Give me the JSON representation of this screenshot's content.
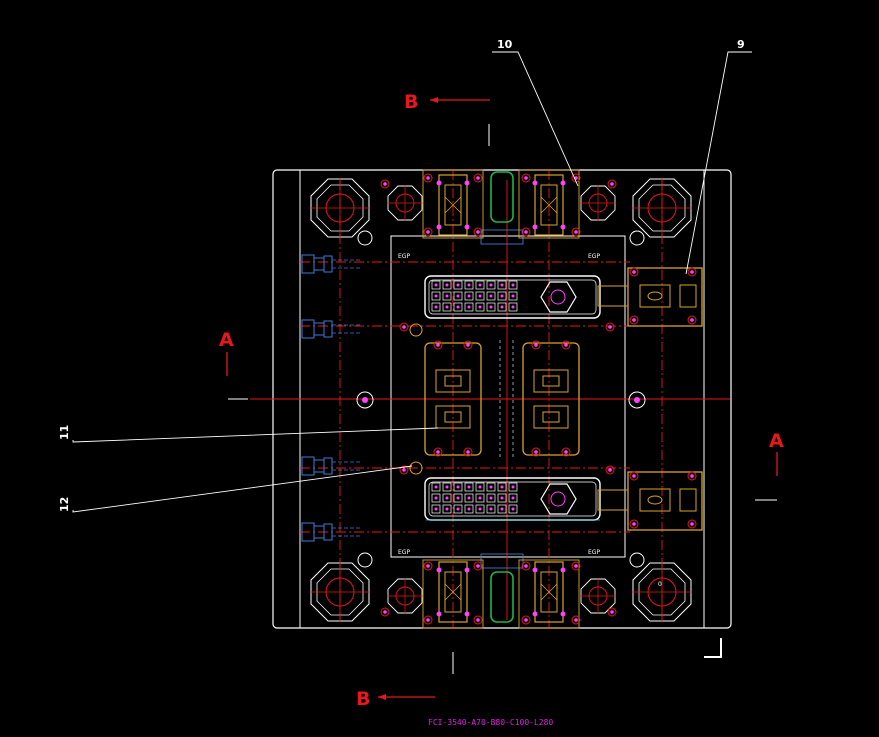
{
  "drawing": {
    "title_block": "FCI-3540-A70-B80-C100-L280",
    "callouts": [
      "10",
      "9",
      "11",
      "12"
    ],
    "section_marks": {
      "top": "B",
      "bottom": "B",
      "left": "A",
      "right": "A"
    },
    "egp_labels": [
      "EGP",
      "EGP",
      "EGP",
      "EGP"
    ],
    "zero_mark": "0",
    "colors": {
      "background": "#000000",
      "outline": "#ffffff",
      "centerline": "#e8171b",
      "slider": "#d9a32a",
      "hose": "#3b7bd6",
      "green": "#1fb34a",
      "magenta": "#e020e0"
    }
  }
}
